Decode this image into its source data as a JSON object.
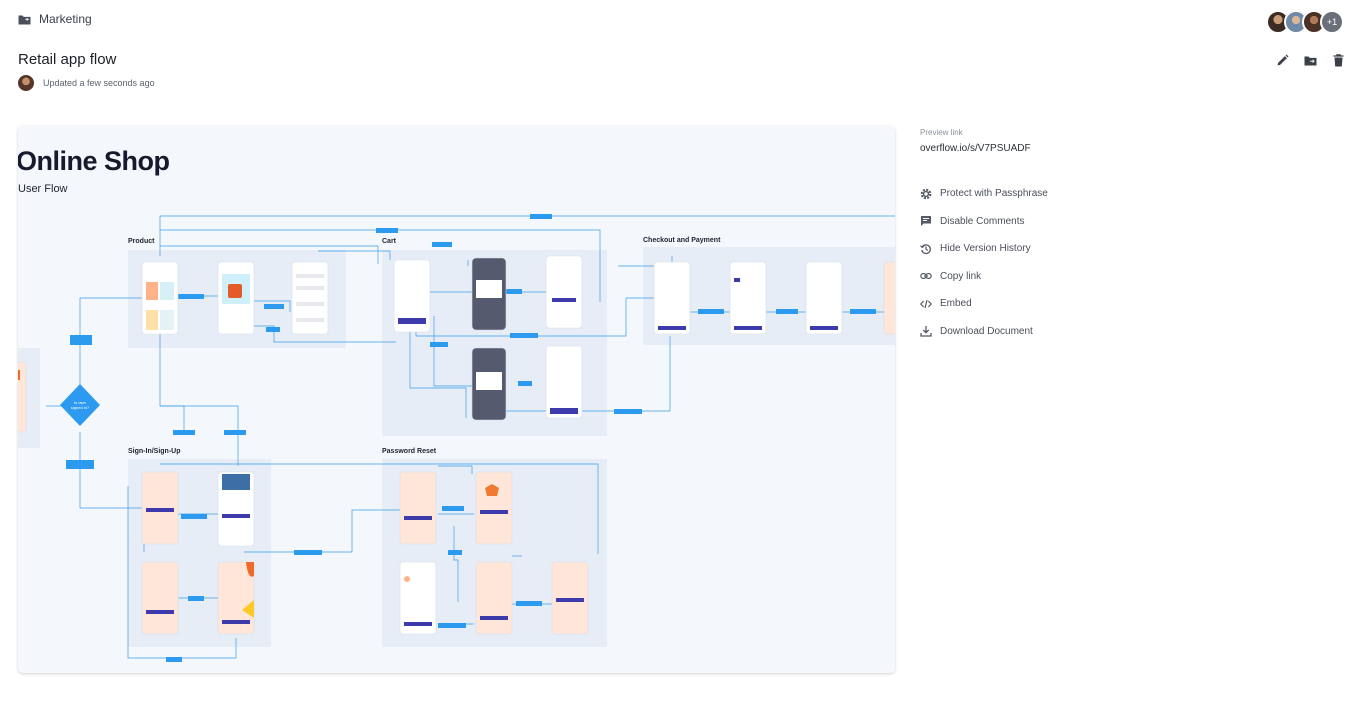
{
  "breadcrumb": {
    "folder": "Marketing"
  },
  "collaborators": {
    "extra_count": "+1"
  },
  "document": {
    "title": "Retail app flow",
    "updated": "Updated a few seconds ago"
  },
  "canvas": {
    "heading": "Online Shop",
    "subheading": "User Flow",
    "sections": {
      "product": "Product",
      "cart": "Cart",
      "checkout": "Checkout and Payment",
      "signin": "Sign-In/Sign-Up",
      "reset": "Password Reset"
    },
    "decision": {
      "line1": "Is user",
      "line2": "signed in?"
    }
  },
  "sidebar": {
    "preview_label": "Preview link",
    "preview_url": "overflow.io/s/V7PSUADF",
    "menu": [
      {
        "label": "Protect with Passphrase",
        "icon": "gear-icon"
      },
      {
        "label": "Disable Comments",
        "icon": "comment-icon"
      },
      {
        "label": "Hide Version History",
        "icon": "history-icon"
      },
      {
        "label": "Copy link",
        "icon": "link-icon"
      },
      {
        "label": "Embed",
        "icon": "code-icon"
      },
      {
        "label": "Download Document",
        "icon": "download-icon"
      }
    ]
  },
  "colors": {
    "accent": "#2c9bef",
    "frame_bg": "#f4f8fc",
    "section_bg": "#e7eef8",
    "button": "#3d3bab"
  }
}
